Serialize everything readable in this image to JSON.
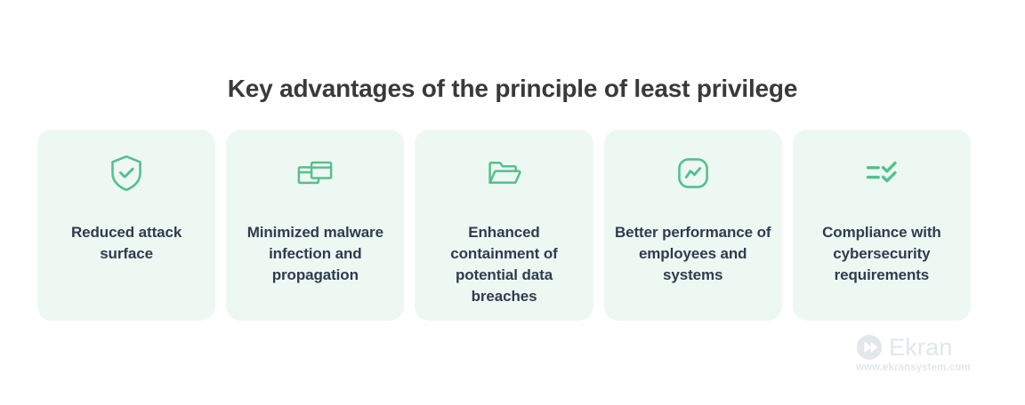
{
  "page": {
    "background_color": "#ffffff",
    "title": "Key advantages of the principle of least privilege",
    "title_color": "#3a3a3a",
    "accent_color": "#55c08c",
    "card_background_color": "#edf8f3",
    "card_text_color": "#2f3c4e"
  },
  "cards": [
    {
      "icon": "shield-check-icon",
      "label": "Reduced attack surface"
    },
    {
      "icon": "overlapping-windows-icon",
      "label": "Minimized malware infection and propagation"
    },
    {
      "icon": "open-folder-icon",
      "label": "Enhanced containment of potential data breaches"
    },
    {
      "icon": "performance-trend-icon",
      "label": "Better performance of employees and systems"
    },
    {
      "icon": "checklist-icon",
      "label": "Compliance with cybersecurity requirements"
    }
  ],
  "logo": {
    "mark": "ekran-chevron-logo-icon",
    "name": "Ekran",
    "url": "www.ekransystem.com",
    "color": "#e2e7ea"
  }
}
